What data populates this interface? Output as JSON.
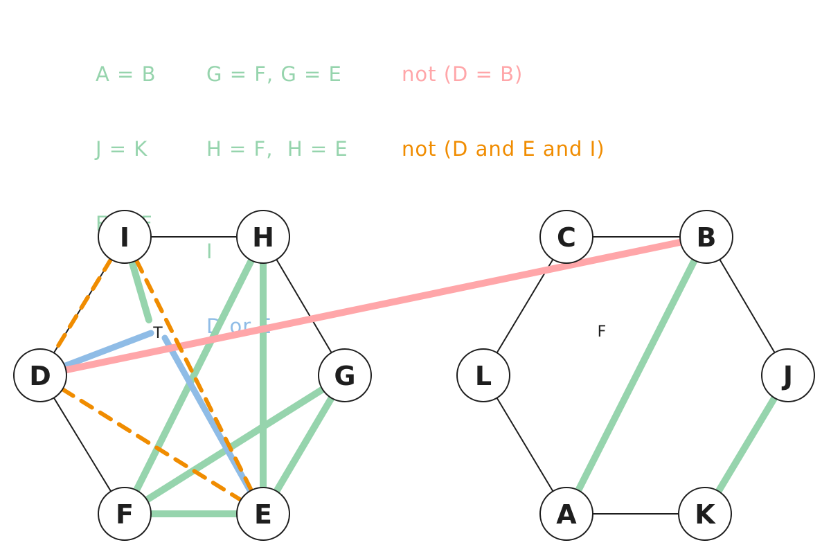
{
  "colors": {
    "green": "#96d4ad",
    "blue": "#8fbce6",
    "pink": "#ffa6a9",
    "orange": "#f08c00",
    "black": "#1e1e1e",
    "node_fill": "#ffffff"
  },
  "notes": {
    "col1": [
      "A = B",
      "J = K",
      "E = F"
    ],
    "col2_line1": "G = F, G = E",
    "col2_line2": "H = F,  H = E",
    "col2_line3": "I",
    "col2_line4": "D or E",
    "col3_line1": "not (D = B)",
    "col3_line2": "not (D and E and I)"
  },
  "graph": {
    "left_nodes": [
      "I",
      "H",
      "G",
      "E",
      "F",
      "D"
    ],
    "right_nodes": [
      "C",
      "B",
      "J",
      "K",
      "A",
      "L"
    ],
    "inner_label_T": "T",
    "inner_label_F": "F",
    "black_edges": [
      [
        "I",
        "H"
      ],
      [
        "H",
        "G"
      ],
      [
        "G",
        "E"
      ],
      [
        "E",
        "F"
      ],
      [
        "F",
        "D"
      ],
      [
        "D",
        "I"
      ],
      [
        "C",
        "B"
      ],
      [
        "B",
        "J"
      ],
      [
        "J",
        "K"
      ],
      [
        "K",
        "A"
      ],
      [
        "A",
        "L"
      ],
      [
        "L",
        "C"
      ]
    ],
    "green_edges": [
      [
        "H",
        "F"
      ],
      [
        "H",
        "E"
      ],
      [
        "G",
        "F"
      ],
      [
        "G",
        "E"
      ],
      [
        "E",
        "F"
      ],
      [
        "I",
        "T"
      ],
      [
        "B",
        "A"
      ],
      [
        "J",
        "K"
      ]
    ],
    "blue_edges": [
      [
        "D",
        "T"
      ],
      [
        "T",
        "E"
      ]
    ],
    "pink_edges": [
      [
        "D",
        "B"
      ]
    ],
    "orange_dashed_edges": [
      [
        "I",
        "D"
      ],
      [
        "I",
        "E"
      ],
      [
        "D",
        "E"
      ]
    ]
  }
}
